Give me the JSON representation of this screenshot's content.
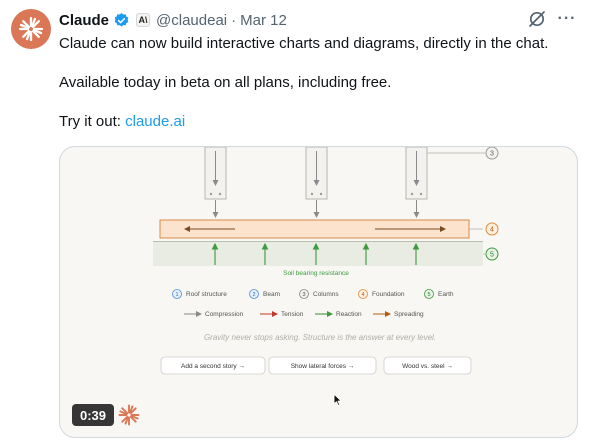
{
  "tweet": {
    "author": "Claude",
    "affiliate_badge": "A\\",
    "handle": "@claudeai",
    "separator": "·",
    "date": "Mar 12",
    "text_line1": "Claude can now build interactive charts and diagrams, directly in the chat.",
    "text_line2": "Available today in beta on all plans, including free.",
    "text_line3_prefix": "Try it out: ",
    "text_line3_link": "claude.ai",
    "more_glyph": "···"
  },
  "media": {
    "duration": "0:39",
    "callouts": {
      "c3": "3",
      "c4": "4",
      "c5": "5"
    },
    "soil_label": "Soil bearing resistance",
    "legend": [
      {
        "num": "1",
        "label": "Roof structure",
        "color": "#4a90d9"
      },
      {
        "num": "2",
        "label": "Beam",
        "color": "#4a90d9"
      },
      {
        "num": "3",
        "label": "Columns",
        "color": "#888888"
      },
      {
        "num": "4",
        "label": "Foundation",
        "color": "#e08a3c"
      },
      {
        "num": "5",
        "label": "Earth",
        "color": "#3e9a3e"
      }
    ],
    "force_legend": [
      {
        "label": "Compression",
        "color": "#888888"
      },
      {
        "label": "Tension",
        "color": "#c0392b"
      },
      {
        "label": "Reaction",
        "color": "#2e8b2e"
      },
      {
        "label": "Spreading",
        "color": "#b35c10"
      }
    ],
    "caption": "Gravity never stops asking. Structure is the answer at every level.",
    "buttons": [
      {
        "label": "Add a second story →"
      },
      {
        "label": "Show lateral forces →"
      },
      {
        "label": "Wood vs. steel →"
      }
    ]
  },
  "colors": {
    "brand": "#d97757",
    "link": "#1d9bf0",
    "verified": "#1d9bf0",
    "foundation_fill": "#fbe3cd",
    "foundation_stroke": "#d98b4d",
    "earth": "#e6ebe0",
    "reaction": "#3d9a3d"
  }
}
